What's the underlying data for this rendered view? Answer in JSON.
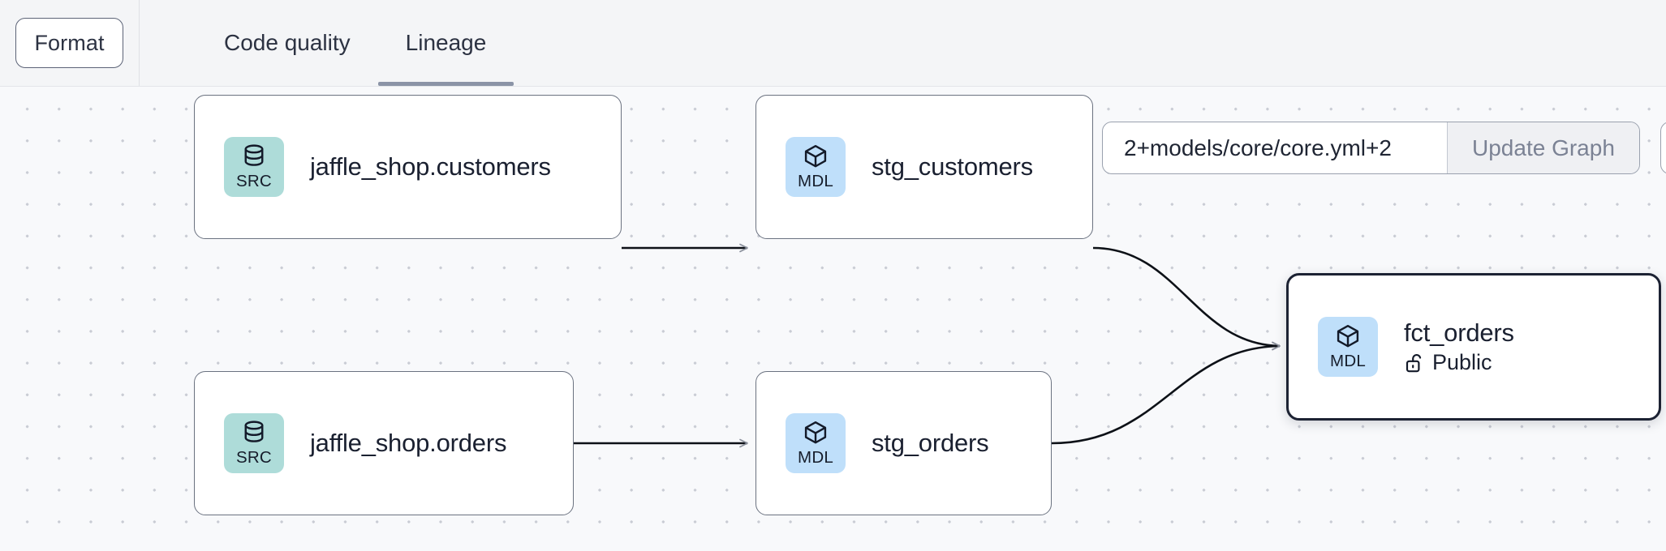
{
  "toolbar": {
    "format_label": "Format",
    "tabs": [
      {
        "label": "Code quality",
        "active": false
      },
      {
        "label": "Lineage",
        "active": true
      }
    ]
  },
  "graph_controls": {
    "selector_value": "2+models/core/core.yml+2",
    "selector_placeholder": "2+models/core/core.yml+2",
    "update_button_label": "Update Graph"
  },
  "lineage": {
    "nodes": [
      {
        "id": "src_customers",
        "badge_kind": "SRC",
        "badge_icon": "database-icon",
        "title": "jaffle_shop.customers",
        "subtitle": null,
        "selected": false
      },
      {
        "id": "stg_customers",
        "badge_kind": "MDL",
        "badge_icon": "cube-icon",
        "title": "stg_customers",
        "subtitle": null,
        "selected": false
      },
      {
        "id": "src_orders",
        "badge_kind": "SRC",
        "badge_icon": "database-icon",
        "title": "jaffle_shop.orders",
        "subtitle": null,
        "selected": false
      },
      {
        "id": "stg_orders",
        "badge_kind": "MDL",
        "badge_icon": "cube-icon",
        "title": "stg_orders",
        "subtitle": null,
        "selected": false
      },
      {
        "id": "fct_orders",
        "badge_kind": "MDL",
        "badge_icon": "cube-icon",
        "title": "fct_orders",
        "subtitle": "Public",
        "subtitle_icon": "unlock-icon",
        "selected": true
      }
    ],
    "edges": [
      {
        "from": "src_customers",
        "to": "stg_customers"
      },
      {
        "from": "src_orders",
        "to": "stg_orders"
      },
      {
        "from": "stg_customers",
        "to": "fct_orders"
      },
      {
        "from": "stg_orders",
        "to": "fct_orders"
      }
    ]
  },
  "colors": {
    "src_badge": "#aedcd9",
    "mdl_badge": "#bfdffa",
    "node_border": "#6b7280",
    "selected_border": "#1c2233",
    "canvas_bg": "#f8f9fb",
    "topbar_bg": "#f4f5f7",
    "tab_active_underline": "#8b94a7",
    "edge_stroke": "#0d1117"
  }
}
